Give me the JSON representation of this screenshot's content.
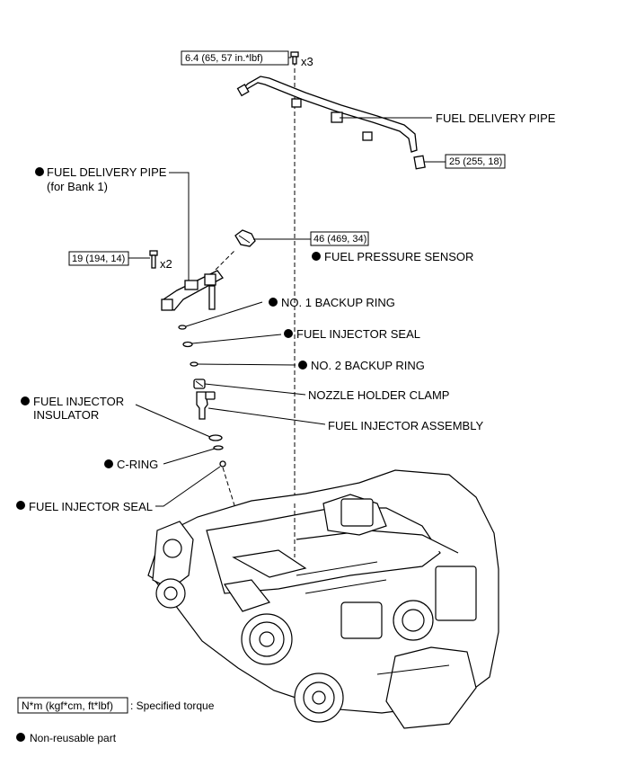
{
  "torques": {
    "bolts_top": "6.4 (65, 57 in.*lbf)",
    "pipe_union": "25 (255, 18)",
    "sensor": "46 (469, 34)",
    "bank1_bolts": "19 (194, 14)"
  },
  "quantities": {
    "top_bolts": "x3",
    "bank1_bolts": "x2"
  },
  "parts": {
    "fuel_delivery_pipe": "FUEL DELIVERY PIPE",
    "fuel_delivery_pipe_bank1": "FUEL DELIVERY PIPE",
    "bank1_note": "(for Bank 1)",
    "fuel_pressure_sensor": "FUEL PRESSURE SENSOR",
    "no1_backup_ring": "NO. 1 BACKUP RING",
    "fuel_injector_seal_upper": "FUEL INJECTOR SEAL",
    "no2_backup_ring": "NO. 2 BACKUP RING",
    "nozzle_holder_clamp": "NOZZLE HOLDER CLAMP",
    "fuel_injector_assembly": "FUEL INJECTOR ASSEMBLY",
    "fuel_injector_insulator_line1": "FUEL INJECTOR",
    "fuel_injector_insulator_line2": "INSULATOR",
    "c_ring": "C-RING",
    "fuel_injector_seal_lower": "FUEL INJECTOR SEAL"
  },
  "legend": {
    "torque_units": "N*m (kgf*cm, ft*lbf)",
    "torque_desc": ": Specified torque",
    "non_reusable": "Non-reusable part"
  }
}
